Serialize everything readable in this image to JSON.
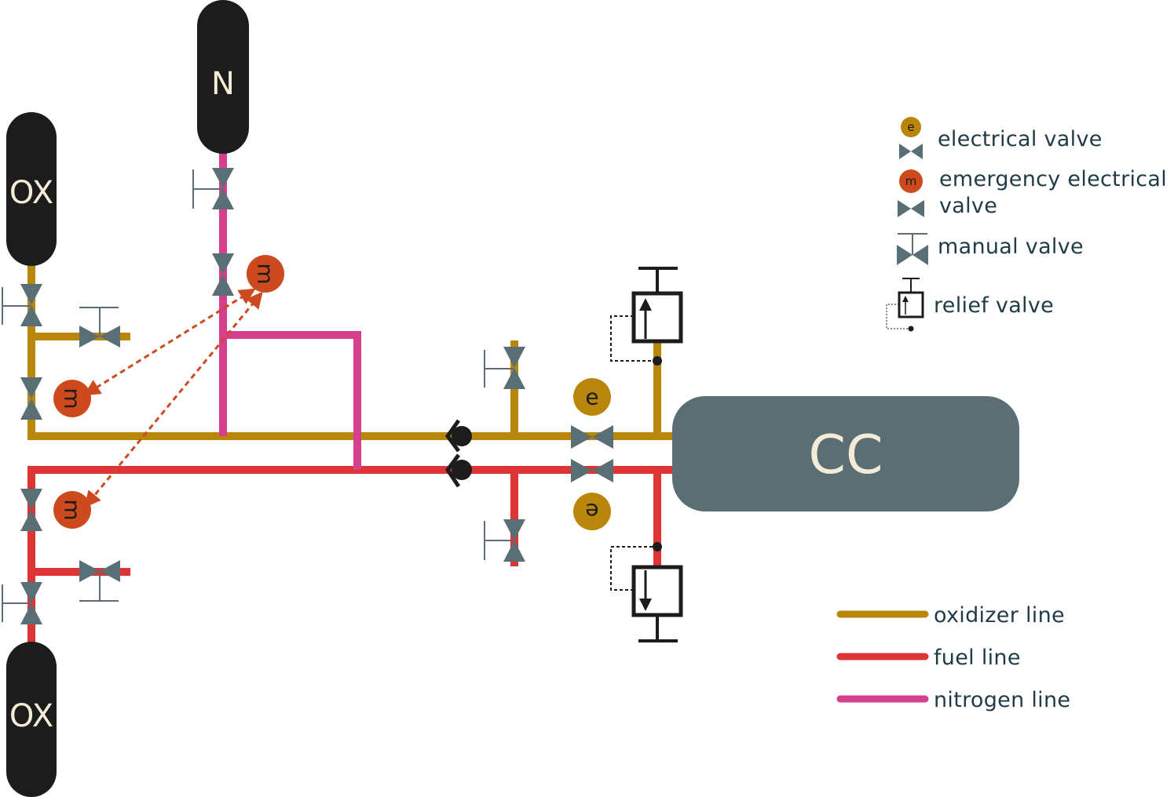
{
  "colors": {
    "oxidizer": "#b8860b",
    "fuel": "#dd3535",
    "nitrogen": "#d63f8c",
    "valve": "#5a6f75",
    "tank": "#1c1c1c",
    "tank_text": "#f5ecd7",
    "cc_body": "#5a6e74",
    "electrical_badge": "#b8860b",
    "emergency_badge": "#cc4a1d",
    "legend_text": "#1f3b46"
  },
  "tanks": {
    "ox_top": "OX",
    "nitrogen": "N",
    "ox_bottom": "OX"
  },
  "combustion_chamber": "CC",
  "valve_marks": {
    "electrical": "e",
    "emergency": "m"
  },
  "legend": {
    "electrical_valve": "electrical valve",
    "emergency_line1": "emergency electrical",
    "emergency_line2": "valve",
    "manual_valve": "manual valve",
    "relief_valve": "relief valve",
    "oxidizer_line": "oxidizer line",
    "fuel_line": "fuel line",
    "nitrogen_line": "nitrogen line"
  },
  "icons": [
    "bowtie-valve-icon",
    "manual-handle-icon",
    "relief-valve-icon",
    "check-valve-icon",
    "arrow-icon"
  ]
}
